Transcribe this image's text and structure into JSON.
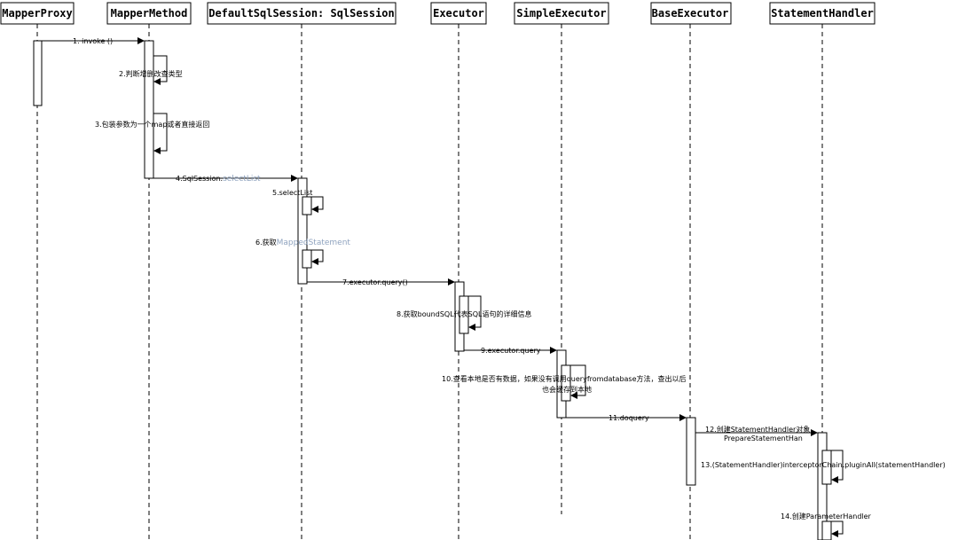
{
  "participants": [
    {
      "id": "mapper-proxy",
      "label": "MapperProxy"
    },
    {
      "id": "mapper-method",
      "label": "MapperMethod"
    },
    {
      "id": "sql-session",
      "label": "DefaultSqlSession: SqlSession"
    },
    {
      "id": "executor",
      "label": "Executor"
    },
    {
      "id": "simple-executor",
      "label": "SimpleExecutor"
    },
    {
      "id": "base-executor",
      "label": "BaseExecutor"
    },
    {
      "id": "statement-handler",
      "label": "StatementHandler"
    }
  ],
  "messages": [
    {
      "id": "m1",
      "from": "mapper-proxy",
      "to": "mapper-method",
      "label": "1. invoke ()"
    },
    {
      "id": "m2",
      "from": "mapper-method",
      "to": "mapper-method",
      "label": "2.判断增删改查类型"
    },
    {
      "id": "m3",
      "from": "mapper-method",
      "to": "mapper-method",
      "label": "3.包装参数为一个map或者直接返回"
    },
    {
      "id": "m4",
      "from": "mapper-method",
      "to": "sql-session",
      "label": "4.SqlSession.",
      "label_accent": "selectList"
    },
    {
      "id": "m5",
      "from": "sql-session",
      "to": "sql-session",
      "label": "5.selectList"
    },
    {
      "id": "m6",
      "from": "sql-session",
      "to": "sql-session",
      "label": "6.获取",
      "label_accent": "MappedStatement"
    },
    {
      "id": "m7",
      "from": "sql-session",
      "to": "executor",
      "label": "7.executor.query()"
    },
    {
      "id": "m8",
      "from": "executor",
      "to": "executor",
      "label": "8.获取boundSQL代表SQL语句的详细信息"
    },
    {
      "id": "m9",
      "from": "executor",
      "to": "simple-executor",
      "label": "9.executor.query"
    },
    {
      "id": "m10",
      "from": "simple-executor",
      "to": "simple-executor",
      "label": "10.查看本地是否有数据，如果没有调用queryfromdatabase方法，查出以后",
      "label_line2": "也会缓存到本地"
    },
    {
      "id": "m11",
      "from": "simple-executor",
      "to": "base-executor",
      "label": "11.doquery"
    },
    {
      "id": "m12",
      "from": "base-executor",
      "to": "statement-handler",
      "label": "12.创建StatementHandler对象,",
      "label_line2": "PrepareStatementHan"
    },
    {
      "id": "m13",
      "from": "statement-handler",
      "to": "statement-handler",
      "label": "13.(StatementHandler)interceptorChain.pluginAll(statementHandler)"
    },
    {
      "id": "m14",
      "from": "statement-handler",
      "to": "statement-handler",
      "label": "14.创建ParameterHandler"
    }
  ]
}
